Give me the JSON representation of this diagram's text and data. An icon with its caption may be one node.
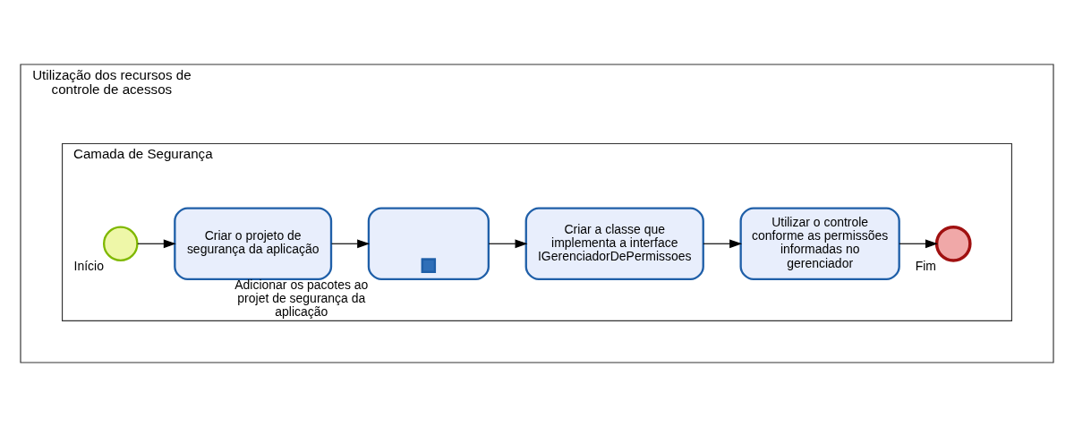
{
  "diagram": {
    "nodes": [
      {
        "text": [
          "Utilização dos recursos de controle de acessos"
        ]
      },
      {
        "text": [
          "Camada de Segurança"
        ],
        "in": 0
      },
      {
        "text": [],
        "shape": "circle",
        "in": 1,
        "beside": [
          "Início"
        ]
      },
      {
        "text": [
          "Criar o projeto de segurança da aplicação"
        ],
        "in": 1
      },
      {
        "text": [],
        "shape": "box",
        "in": 1,
        "beside": [
          "Adicionar os pacotes ao projet de segurança da aplicação"
        ]
      },
      {
        "text": [
          "Criar a classe que implementa a interface IGerenciadorDePermissoes"
        ],
        "in": 1
      },
      {
        "text": [
          "Utilizar o controle conforme as permissões informadas no gerenciador"
        ],
        "in": 1
      },
      {
        "text": [],
        "shape": "circle",
        "in": 1,
        "beside": [
          "Fim"
        ]
      }
    ],
    "edges": [
      {
        "from": 2,
        "to": 3,
        "arrow": "to"
      },
      {
        "from": 3,
        "to": 4,
        "arrow": "to"
      },
      {
        "from": 4,
        "to": 5,
        "arrow": "to"
      },
      {
        "from": 5,
        "to": 6,
        "arrow": "to"
      },
      {
        "from": 6,
        "to": 7,
        "arrow": "to"
      }
    ]
  }
}
